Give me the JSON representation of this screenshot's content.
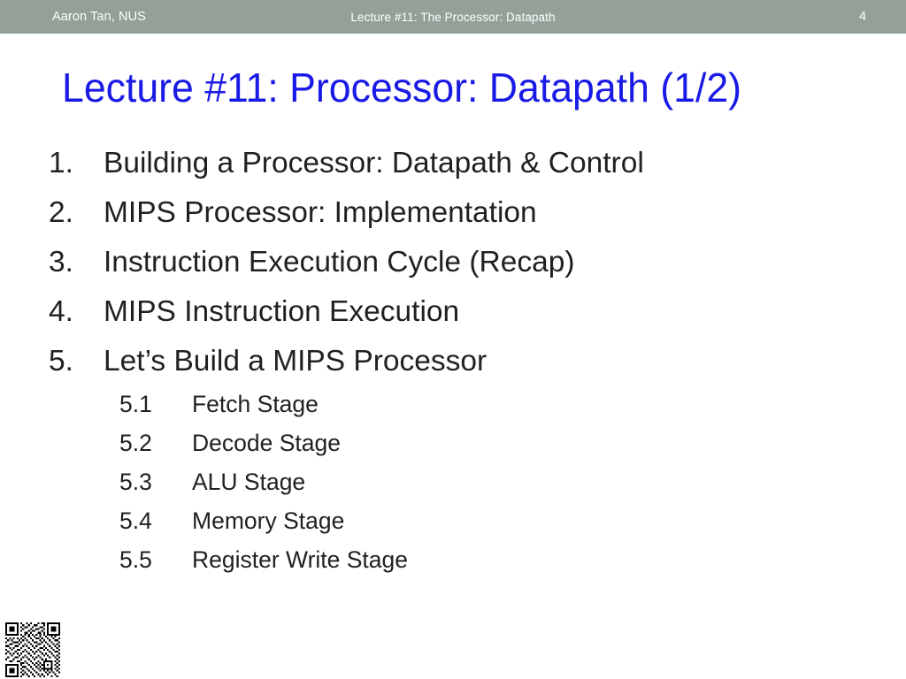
{
  "header": {
    "author": "Aaron Tan, NUS",
    "center_title": "Lecture #11: The Processor: Datapath",
    "slide_number": "4",
    "bar_color": "#93a199",
    "text_color": "#ffffff"
  },
  "title": {
    "text": "Lecture #11: Processor: Datapath (1/2)",
    "color": "#1a1ae6"
  },
  "outline": {
    "items": [
      {
        "num": "1.",
        "label": "Building a Processor: Datapath & Control"
      },
      {
        "num": "2.",
        "label": "MIPS Processor: Implementation"
      },
      {
        "num": "3.",
        "label": "Instruction Execution Cycle (Recap)"
      },
      {
        "num": "4.",
        "label": "MIPS Instruction Execution"
      },
      {
        "num": "5.",
        "label": "Let’s Build a MIPS Processor"
      }
    ],
    "subitems": [
      {
        "num": "5.1",
        "label": "Fetch Stage"
      },
      {
        "num": "5.2",
        "label": "Decode Stage"
      },
      {
        "num": "5.3",
        "label": "ALU Stage"
      },
      {
        "num": "5.4",
        "label": "Memory Stage"
      },
      {
        "num": "5.5",
        "label": "Register Write Stage"
      }
    ],
    "text_color": "#231f20"
  },
  "footer": {
    "qr_code_name": "qr-code-icon"
  },
  "background_color": "#ffffff"
}
